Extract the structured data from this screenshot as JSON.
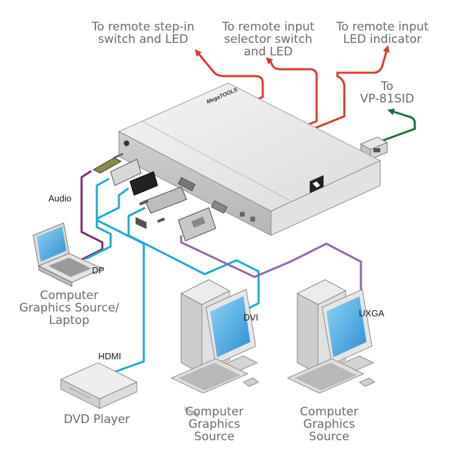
{
  "labels": {
    "remote_stepin": "To remote step-in\nswitch and LED",
    "remote_input_selector": "To remote input\nselector switch\nand LED",
    "remote_led_indicator": "To remote input\nLED indicator",
    "vp81sid": "To\nVP-81SID",
    "laptop": "Computer\nGraphics Source/\nLaptop",
    "dvd": "DVD Player",
    "cgs_center": "Computer\nGraphics\nSource",
    "cgs_right": "Computer\nGraphics\nSource"
  },
  "tags": {
    "audio": "Audio",
    "dp": "DP",
    "hdmi": "HDMI",
    "dvi": "DVI",
    "uxga": "UXGA"
  },
  "device": {
    "brand": "MegaTOOLS"
  },
  "colors": {
    "red_line": "#d93a2b",
    "green_line": "#1e6b3a",
    "cyan_line": "#1fa9d6",
    "purple_line": "#8f6aa8",
    "audio_line": "#7b2a6e",
    "label_gray": "#6a6a6a"
  }
}
